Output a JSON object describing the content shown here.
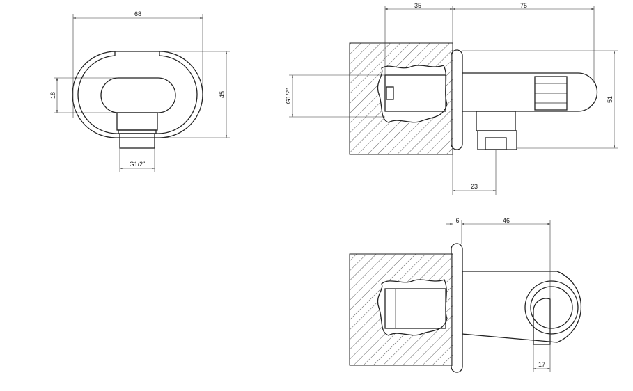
{
  "drawing": {
    "front_view": {
      "width": "68",
      "height": "45",
      "opening": "18",
      "thread": "G1/2\""
    },
    "side_view": {
      "depth_in_wall": "35",
      "projection": "75",
      "height": "51",
      "thread": "G1/2\"",
      "outlet_offset": "23"
    },
    "top_view": {
      "flange": "6",
      "outlet_distance": "46",
      "outlet_width": "17"
    }
  }
}
